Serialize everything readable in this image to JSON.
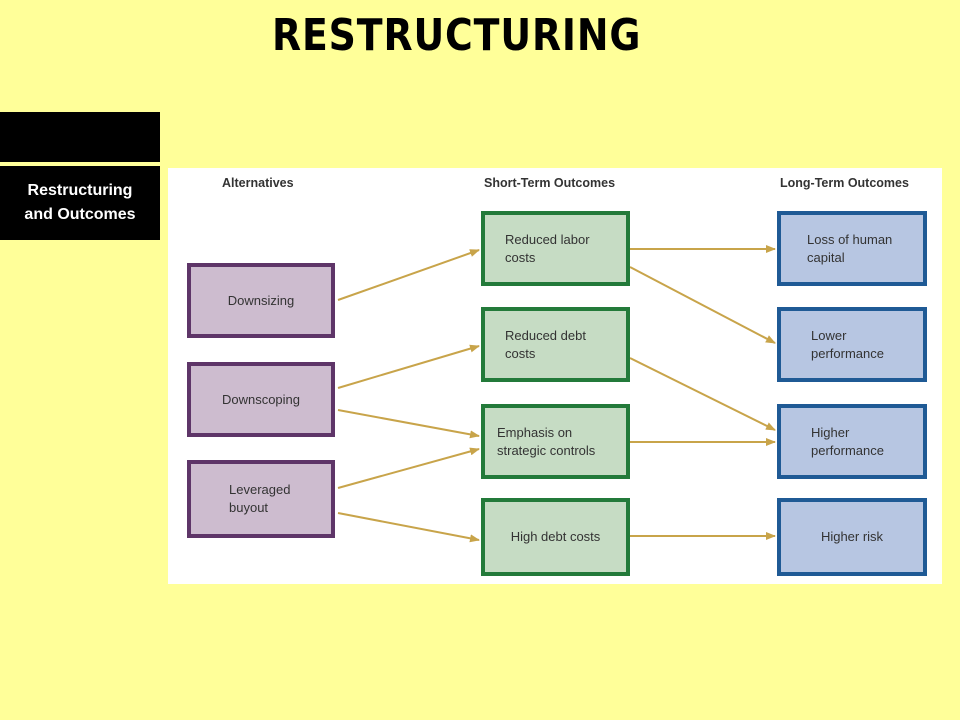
{
  "slide": {
    "title": "RESTRUCTURING",
    "side_label_line1": "Restructuring",
    "side_label_line2": "and Outcomes"
  },
  "diagram": {
    "headers": {
      "alternatives": "Alternatives",
      "short_term": "Short-Term Outcomes",
      "long_term": "Long-Term Outcomes"
    },
    "alternatives": [
      {
        "line1": "Downsizing",
        "line2": ""
      },
      {
        "line1": "Downscoping",
        "line2": ""
      },
      {
        "line1": "Leveraged",
        "line2": "buyout"
      }
    ],
    "short_term_outcomes": [
      {
        "line1": "Reduced labor",
        "line2": "costs"
      },
      {
        "line1": "Reduced debt",
        "line2": "costs"
      },
      {
        "line1": "Emphasis on",
        "line2": "strategic controls"
      },
      {
        "line1": "High debt costs",
        "line2": ""
      }
    ],
    "long_term_outcomes": [
      {
        "line1": "Loss of human",
        "line2": "capital"
      },
      {
        "line1": "Lower",
        "line2": "performance"
      },
      {
        "line1": "Higher",
        "line2": "performance"
      },
      {
        "line1": "Higher risk",
        "line2": ""
      }
    ],
    "colors": {
      "background": "#FFFF99",
      "alternative_fill": "#CDBCCF",
      "alternative_border": "#5E3568",
      "short_term_fill": "#C6DCC4",
      "short_term_border": "#237A3A",
      "long_term_fill": "#B7C6E2",
      "long_term_border": "#1F5A95",
      "arrow": "#C8A44A"
    }
  }
}
